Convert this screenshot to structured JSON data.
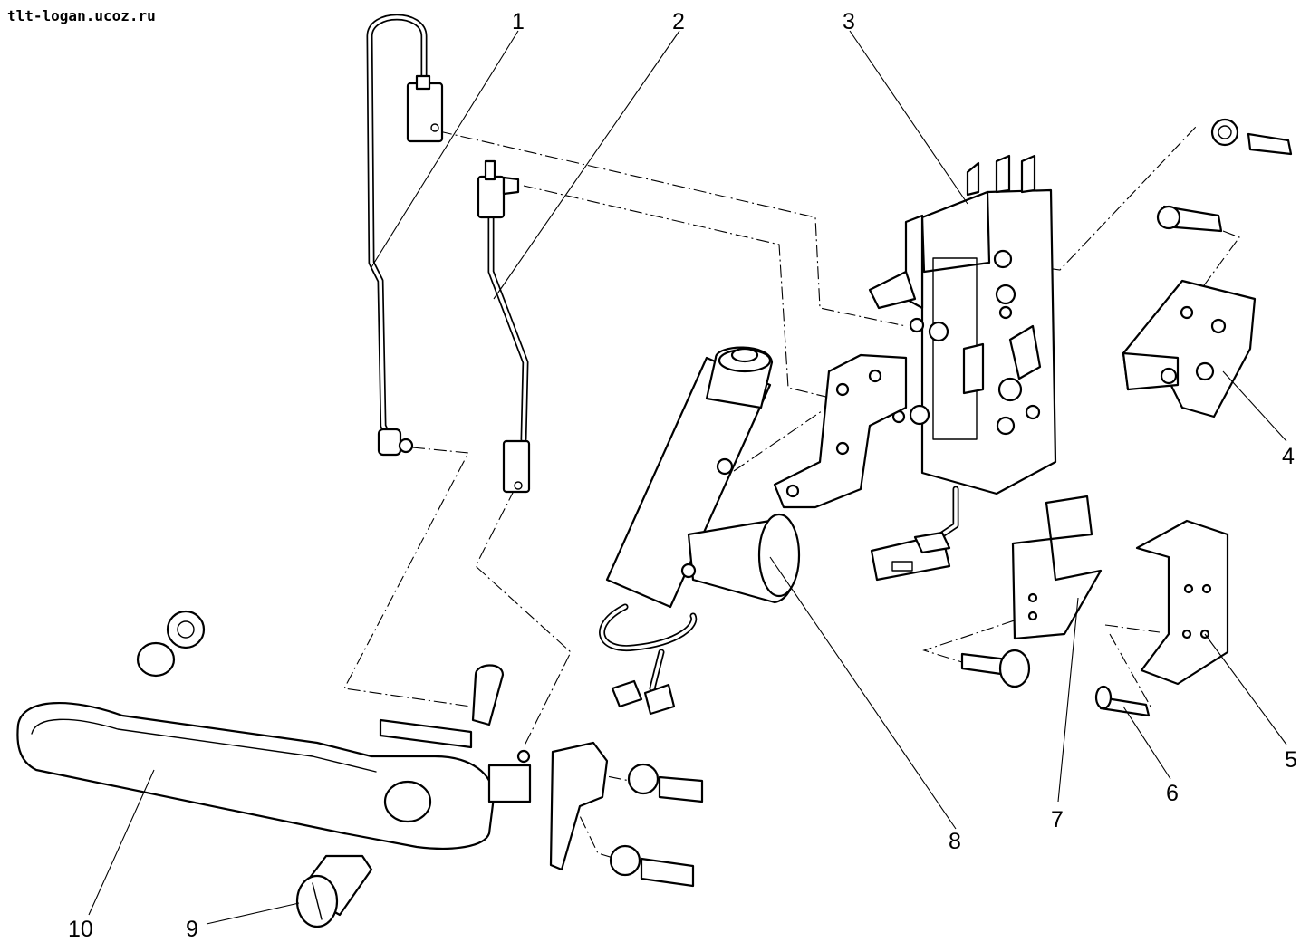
{
  "watermark": "tlt-logan.ucoz.ru",
  "callouts": [
    {
      "id": "1",
      "label": "1"
    },
    {
      "id": "2",
      "label": "2"
    },
    {
      "id": "3",
      "label": "3"
    },
    {
      "id": "4",
      "label": "4"
    },
    {
      "id": "5",
      "label": "5"
    },
    {
      "id": "6",
      "label": "6"
    },
    {
      "id": "7",
      "label": "7"
    },
    {
      "id": "8",
      "label": "8"
    },
    {
      "id": "9",
      "label": "9"
    },
    {
      "id": "10",
      "label": "10"
    }
  ]
}
